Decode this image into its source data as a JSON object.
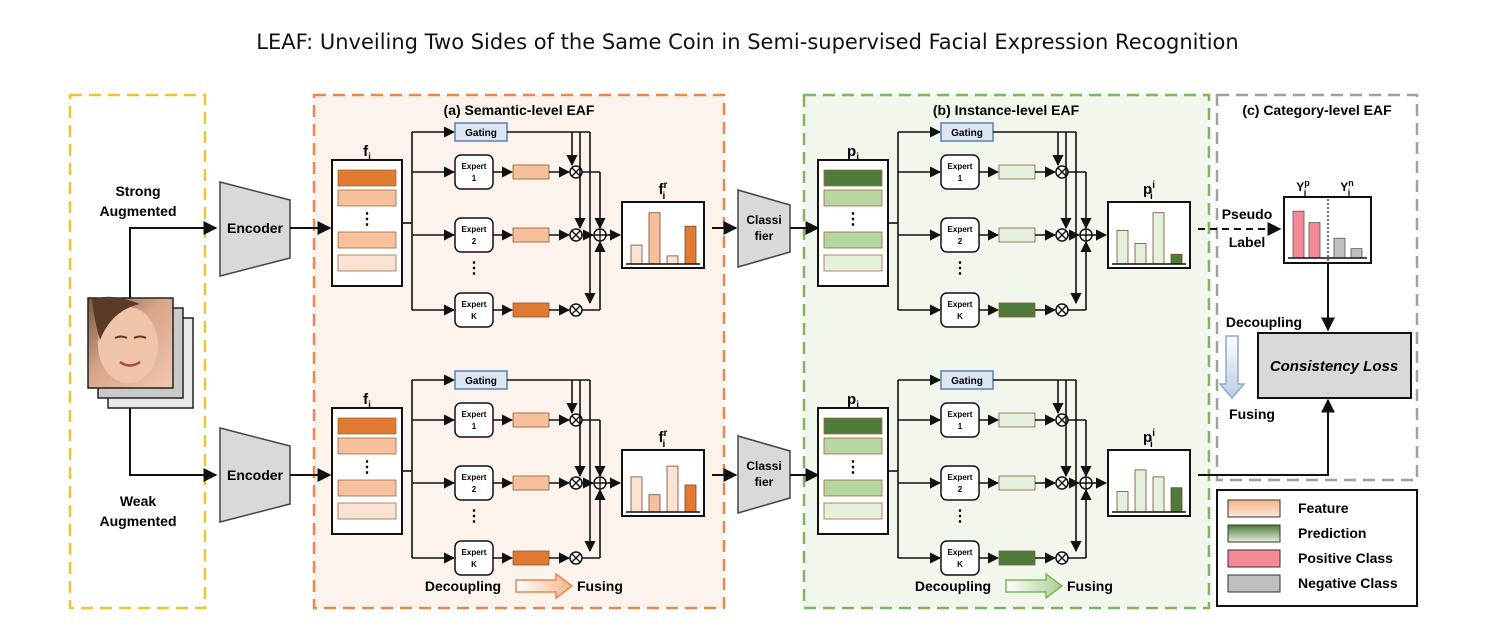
{
  "title": "LEAF: Unveiling Two Sides of the Same Coin in Semi-supervised Facial Expression Recognition",
  "inputs": {
    "strong_line1": "Strong",
    "strong_line2": "Augmented",
    "weak_line1": "Weak",
    "weak_line2": "Augmented"
  },
  "encoder_label": "Encoder",
  "classifier_line1": "Classi",
  "classifier_line2": "fier",
  "semantic": {
    "title": "(a) Semantic-level EAF",
    "input_var": "f",
    "input_sub": "i",
    "output_var": "f",
    "output_sub": "i",
    "output_sup": "r"
  },
  "instance": {
    "title": "(b) Instance-level EAF",
    "input_var": "p",
    "input_sub": "i",
    "output_var": "p",
    "output_sub": "i",
    "output_sup": "i"
  },
  "category": {
    "title": "(c) Category-level EAF",
    "pos_var": "Y",
    "pos_sub": "i",
    "pos_sup": "p",
    "neg_var": "Y",
    "neg_sub": "i",
    "neg_sup": "n",
    "pseudo_line1": "Pseudo",
    "pseudo_line2": "Label",
    "decoupling": "Decoupling",
    "fusing": "Fusing",
    "loss": "Consistency Loss"
  },
  "moe": {
    "gating": "Gating",
    "expert": "Expert",
    "expert_ids": [
      "1",
      "2",
      "K"
    ],
    "vdots": "⋮",
    "decoupling": "Decoupling",
    "fusing": "Fusing"
  },
  "legend": [
    {
      "label": "Feature",
      "color_top": "#f5b58a",
      "color_bottom": "#f7d9c4"
    },
    {
      "label": "Prediction",
      "color_top": "#4e7a3a",
      "color_bottom": "#d9e8cf"
    },
    {
      "label": "Positive Class",
      "color_top": "#f48a96",
      "color_bottom": "#f48a96"
    },
    {
      "label": "Negative Class",
      "color_top": "#bfbfbf",
      "color_bottom": "#bfbfbf"
    }
  ],
  "colors": {
    "input_border": "#f0c430",
    "semantic_border": "#e8874f",
    "semantic_fill": "#fdf3ed",
    "instance_border": "#7fb55e",
    "instance_fill": "#f2f7ee",
    "category_border": "#a0a0a0",
    "orange_dark": "#e07a30",
    "orange_mid": "#f5c09b",
    "orange_light": "#fbe3d3",
    "green_dark": "#4e7a3a",
    "green_mid": "#b6d6a2",
    "green_light": "#e4efdc",
    "gating_fill": "#dce6f2",
    "gray_block": "#d9d9d9"
  },
  "chart_data": [
    {
      "type": "bar",
      "title": "",
      "values": [
        0.35,
        0.95,
        0.15,
        0.7
      ],
      "note": "f_i^r top"
    },
    {
      "type": "bar",
      "title": "",
      "values": [
        0.65,
        0.32,
        0.85,
        0.5
      ],
      "note": "f_i^r bottom"
    },
    {
      "type": "bar",
      "title": "",
      "values": [
        0.62,
        0.38,
        0.95,
        0.18
      ],
      "note": "p_i^i top"
    },
    {
      "type": "bar",
      "title": "",
      "values": [
        0.38,
        0.78,
        0.65,
        0.45
      ],
      "note": "p_i^i bottom"
    },
    {
      "type": "bar",
      "title": "",
      "values": [
        0.9,
        0.68,
        0.38,
        0.18
      ],
      "note": "Y_i^p | Y_i^n"
    }
  ]
}
